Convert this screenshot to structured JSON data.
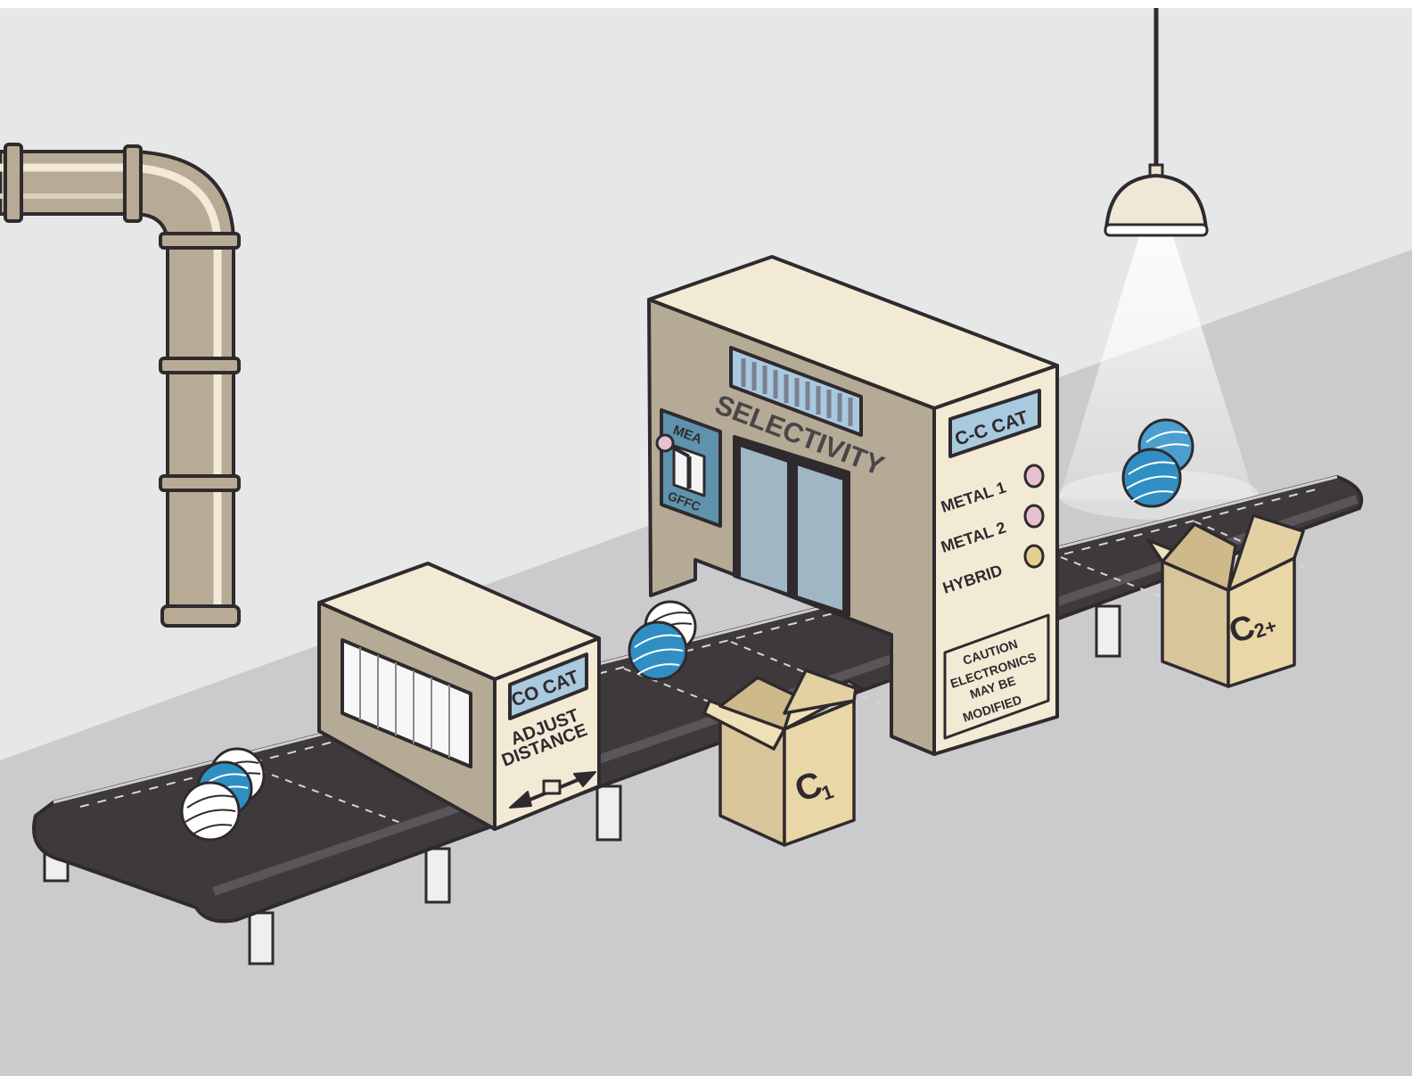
{
  "colors": {
    "wall": "#e6e8e7",
    "floor": "#cbcbcd",
    "belt": "#3e3a3c",
    "outline": "#2f2a2d",
    "tan": "#b5aa96",
    "cream": "#f2ead5",
    "panel_blue": "#a9c9de",
    "steel_blue": "#5f93ad",
    "ball_blue": "#2f8fc3",
    "box": "#e9d7a8",
    "box_dark": "#cdb98a",
    "pipe": "#b7ab96"
  },
  "pipe": {
    "icon": "pipe-icon"
  },
  "lamp": {
    "icon": "lamp-icon"
  },
  "co_cat": {
    "label": "CO CAT",
    "instruction_line1": "ADJUST",
    "instruction_line2": "DISTANCE",
    "arrow_icon": "double-arrow-icon"
  },
  "selectivity": {
    "title": "SELECTIVITY",
    "switch_top": "MEA",
    "switch_bottom": "GFFC",
    "switch_icon": "lever-switch-icon"
  },
  "cc_cat": {
    "label": "C-C CAT",
    "indicators": [
      {
        "label": "METAL 1",
        "color": "#e8c0d0"
      },
      {
        "label": "METAL 2",
        "color": "#e8c0d0"
      },
      {
        "label": "HYBRID",
        "color": "#e5cf8e"
      }
    ],
    "caution_lines": [
      "CAUTION",
      "ELECTRONICS",
      "MAY BE",
      "MODIFIED"
    ]
  },
  "boxes": [
    {
      "letter": "C",
      "subscript": "1"
    },
    {
      "letter": "C",
      "subscript": "2+"
    }
  ],
  "balls": {
    "icon": "striped-sphere-icon"
  }
}
